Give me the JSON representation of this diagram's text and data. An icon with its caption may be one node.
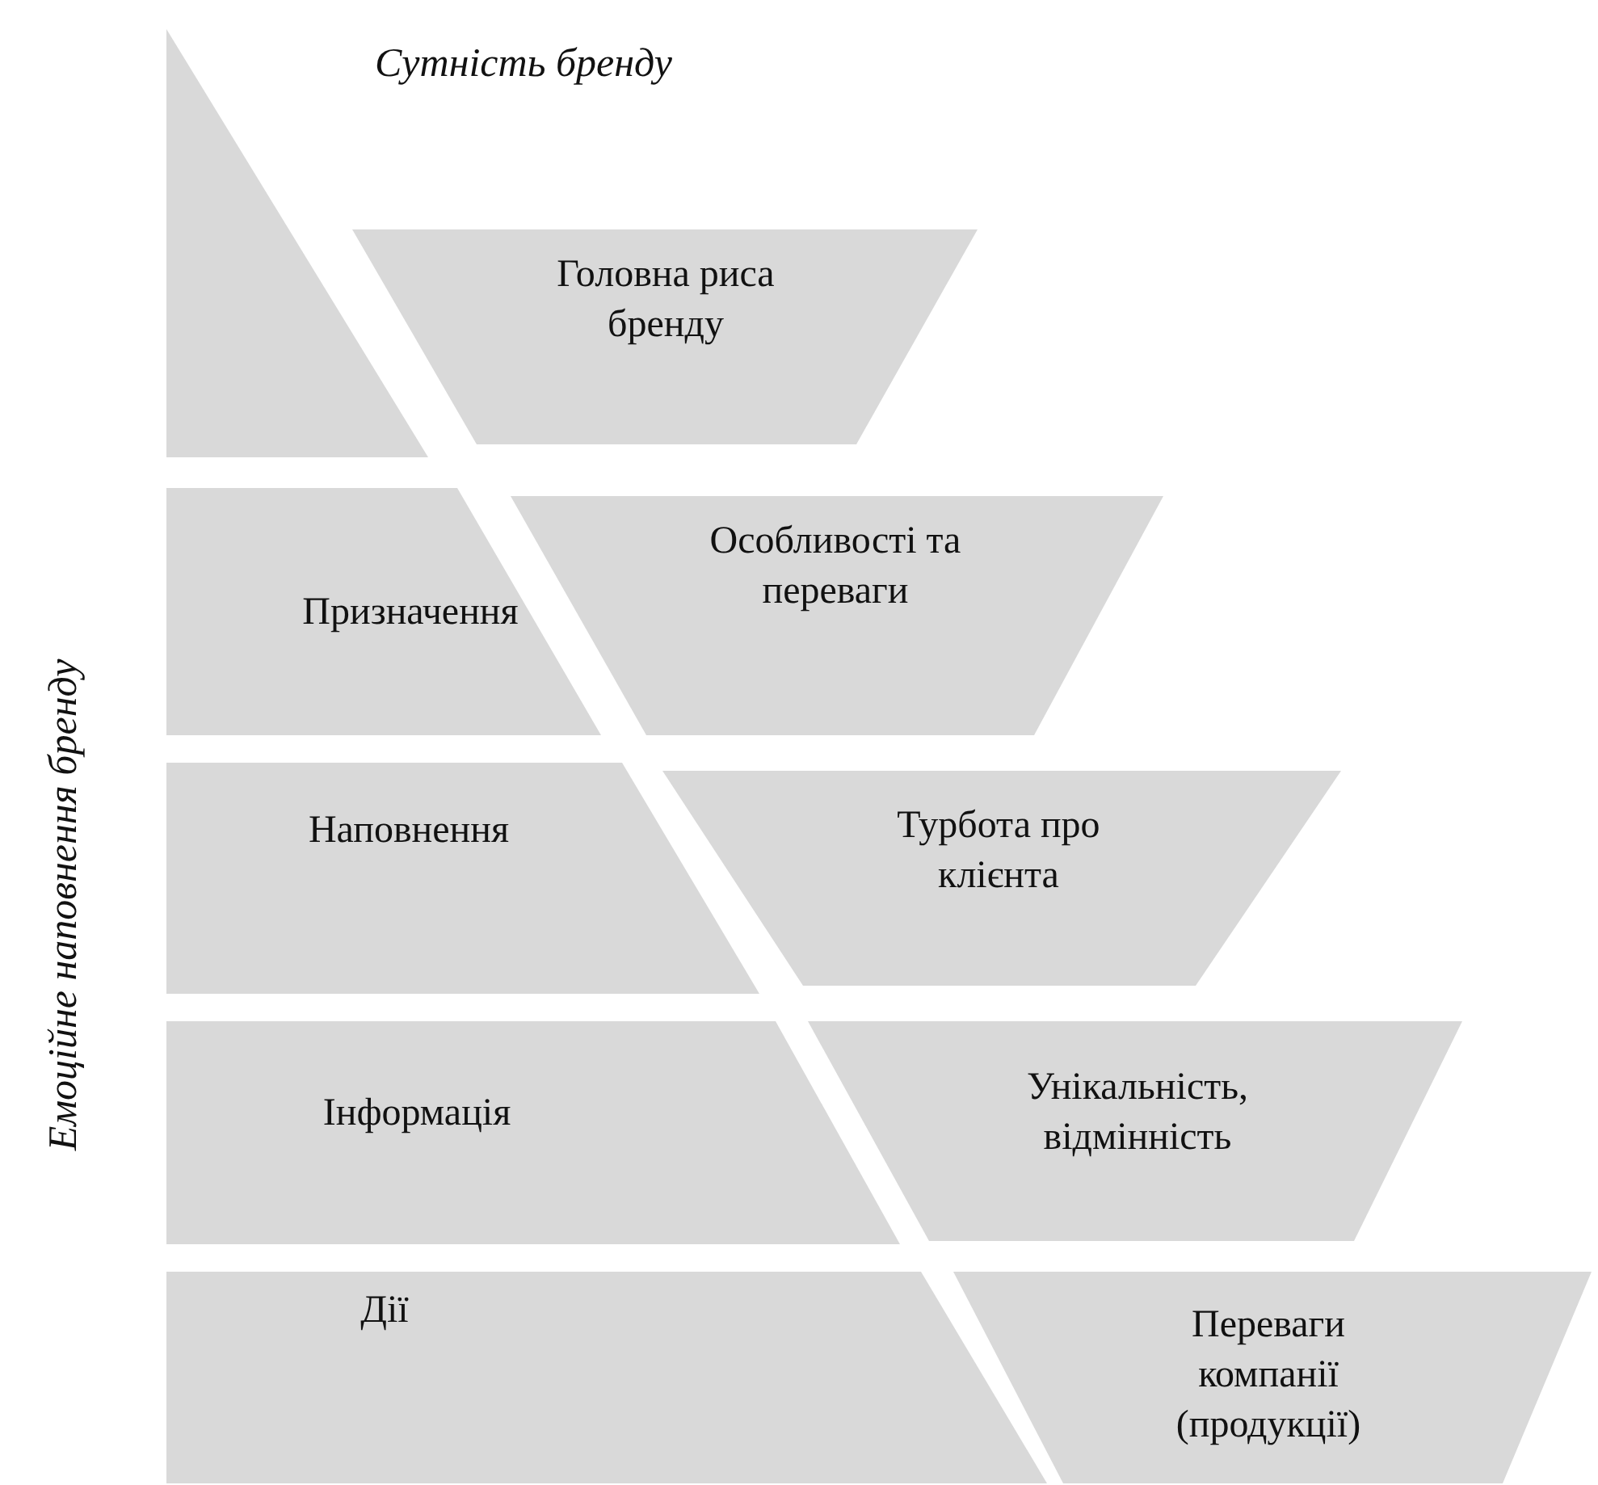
{
  "diagram": {
    "nodes": [
      {
        "text": [],
        "shape": "triangle"
      },
      {
        "text": [
          "Головна риса бренду"
        ]
      },
      {
        "text": [
          "Призначення"
        ]
      },
      {
        "text": [
          "Особливості та переваги"
        ]
      },
      {
        "text": [
          "Наповнення"
        ]
      },
      {
        "text": [
          "Турбота про клієнта"
        ]
      },
      {
        "text": [
          "Інформація"
        ]
      },
      {
        "text": [
          "Унікальність, відмінність"
        ]
      },
      {
        "text": [
          "Дії"
        ]
      },
      {
        "text": [
          "Переваги компанії (продукції)"
        ]
      }
    ],
    "labels": [
      "Сутність бренду",
      "Емоційне наповнення бренду"
    ]
  }
}
